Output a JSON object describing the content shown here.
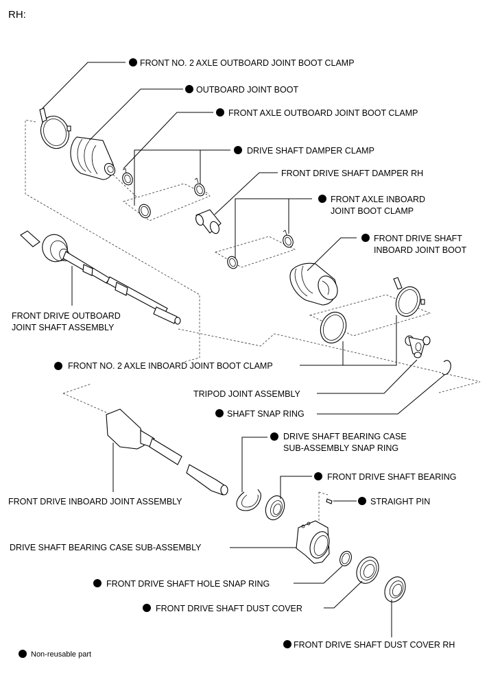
{
  "title": "RH:",
  "non_reusable_marker": "●",
  "legend": {
    "marker": "●",
    "text": "Non-reusable part"
  },
  "parts": [
    {
      "id": "front-no2-axle-outboard-joint-boot-clamp",
      "lines": [
        "FRONT NO. 2 AXLE OUTBOARD JOINT BOOT CLAMP"
      ],
      "non_reusable": true
    },
    {
      "id": "outboard-joint-boot",
      "lines": [
        "OUTBOARD JOINT BOOT"
      ],
      "non_reusable": true
    },
    {
      "id": "front-axle-outboard-joint-boot-clamp",
      "lines": [
        "FRONT AXLE OUTBOARD JOINT BOOT CLAMP"
      ],
      "non_reusable": true
    },
    {
      "id": "drive-shaft-damper-clamp",
      "lines": [
        "DRIVE SHAFT DAMPER CLAMP"
      ],
      "non_reusable": true
    },
    {
      "id": "front-drive-shaft-damper-rh",
      "lines": [
        "FRONT DRIVE SHAFT DAMPER RH"
      ],
      "non_reusable": false
    },
    {
      "id": "front-axle-inboard-joint-boot-clamp",
      "lines": [
        "FRONT AXLE INBOARD",
        "JOINT BOOT CLAMP"
      ],
      "non_reusable": true
    },
    {
      "id": "front-drive-shaft-inboard-joint-boot",
      "lines": [
        "FRONT DRIVE SHAFT",
        "INBOARD JOINT BOOT"
      ],
      "non_reusable": true
    },
    {
      "id": "front-drive-outboard-joint-shaft-assembly",
      "lines": [
        "FRONT DRIVE OUTBOARD",
        "JOINT SHAFT ASSEMBLY"
      ],
      "non_reusable": false
    },
    {
      "id": "front-no2-axle-inboard-joint-boot-clamp",
      "lines": [
        "FRONT NO. 2 AXLE INBOARD JOINT BOOT CLAMP"
      ],
      "non_reusable": true
    },
    {
      "id": "tripod-joint-assembly",
      "lines": [
        "TRIPOD JOINT ASSEMBLY"
      ],
      "non_reusable": false
    },
    {
      "id": "shaft-snap-ring",
      "lines": [
        "SHAFT SNAP RING"
      ],
      "non_reusable": true
    },
    {
      "id": "drive-shaft-bearing-case-sub-assembly-snap-ring",
      "lines": [
        "DRIVE SHAFT BEARING CASE",
        "SUB-ASSEMBLY SNAP RING"
      ],
      "non_reusable": true
    },
    {
      "id": "front-drive-shaft-bearing",
      "lines": [
        "FRONT DRIVE SHAFT BEARING"
      ],
      "non_reusable": true
    },
    {
      "id": "front-drive-inboard-joint-assembly",
      "lines": [
        "FRONT DRIVE INBOARD JOINT ASSEMBLY"
      ],
      "non_reusable": false
    },
    {
      "id": "straight-pin",
      "lines": [
        "STRAIGHT PIN"
      ],
      "non_reusable": true
    },
    {
      "id": "drive-shaft-bearing-case-sub-assembly",
      "lines": [
        "DRIVE SHAFT BEARING CASE SUB-ASSEMBLY"
      ],
      "non_reusable": false
    },
    {
      "id": "front-drive-shaft-hole-snap-ring",
      "lines": [
        "FRONT DRIVE SHAFT HOLE SNAP RING"
      ],
      "non_reusable": true
    },
    {
      "id": "front-drive-shaft-dust-cover",
      "lines": [
        "FRONT DRIVE SHAFT DUST COVER"
      ],
      "non_reusable": true
    },
    {
      "id": "front-drive-shaft-dust-cover-rh",
      "lines": [
        "FRONT DRIVE SHAFT DUST COVER RH"
      ],
      "non_reusable": true
    }
  ]
}
